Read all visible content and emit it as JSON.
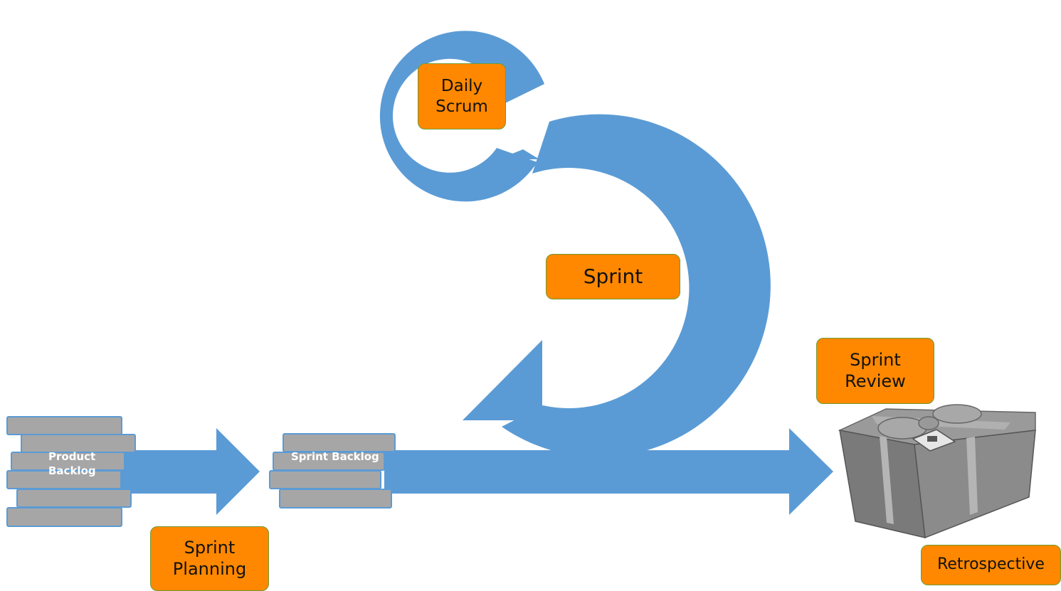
{
  "colors": {
    "flow_blue": "#5b9bd5",
    "box_orange": "#ff8800",
    "box_border": "#6f9a32",
    "backlog_gray": "#a6a6a6",
    "gift_gray": "#7f7f7f"
  },
  "labels": {
    "daily_scrum": "Daily\nScrum",
    "sprint": "Sprint",
    "sprint_review": "Sprint\nReview",
    "sprint_planning": "Sprint\nPlanning",
    "retrospective": "Retrospective",
    "product_backlog": "Product\nBacklog",
    "sprint_backlog": "Sprint Backlog"
  },
  "icons": {
    "increment": "gift-box-icon"
  }
}
